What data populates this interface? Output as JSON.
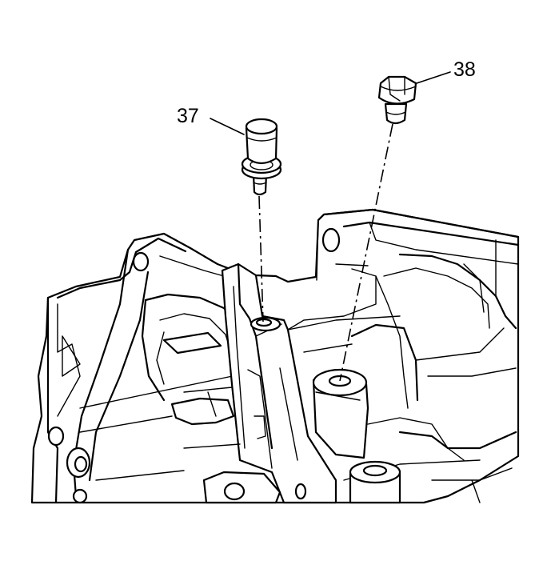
{
  "callouts": [
    {
      "id": "37",
      "label": "37"
    },
    {
      "id": "38",
      "label": "38"
    }
  ],
  "colors": {
    "line": "#000000",
    "background": "#ffffff"
  }
}
